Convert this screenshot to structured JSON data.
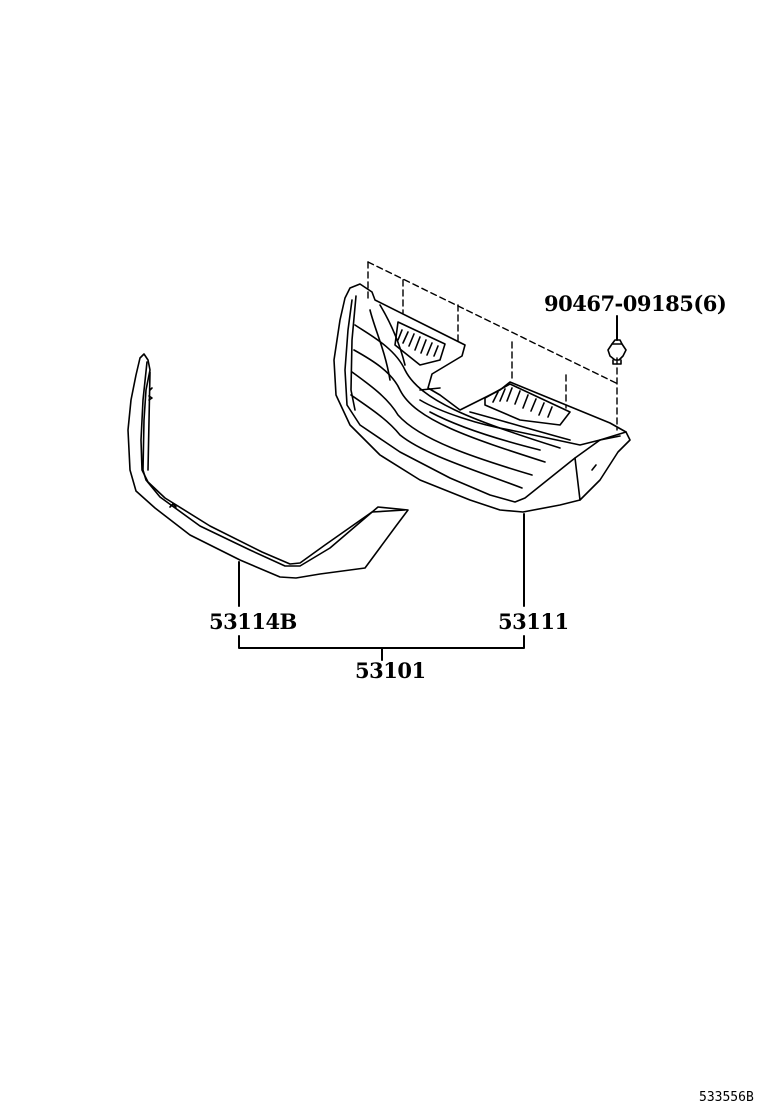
{
  "diagram": {
    "type": "parts-exploded-view",
    "line_color": "#000000",
    "background": "#ffffff",
    "parts": [
      {
        "id": "grille-molding",
        "number": "53114B",
        "description": "radiator grille lower molding (V-shaped strip)"
      },
      {
        "id": "radiator-grille",
        "number": "53111",
        "description": "radiator grille body with slats"
      },
      {
        "id": "clip",
        "number": "90467-09185",
        "quantity": "(6)",
        "label": "90467-09185(6)",
        "description": "retaining clip"
      }
    ],
    "assembly": {
      "number": "53101",
      "includes": [
        "53114B",
        "53111"
      ]
    },
    "figure_id": "533556B"
  }
}
